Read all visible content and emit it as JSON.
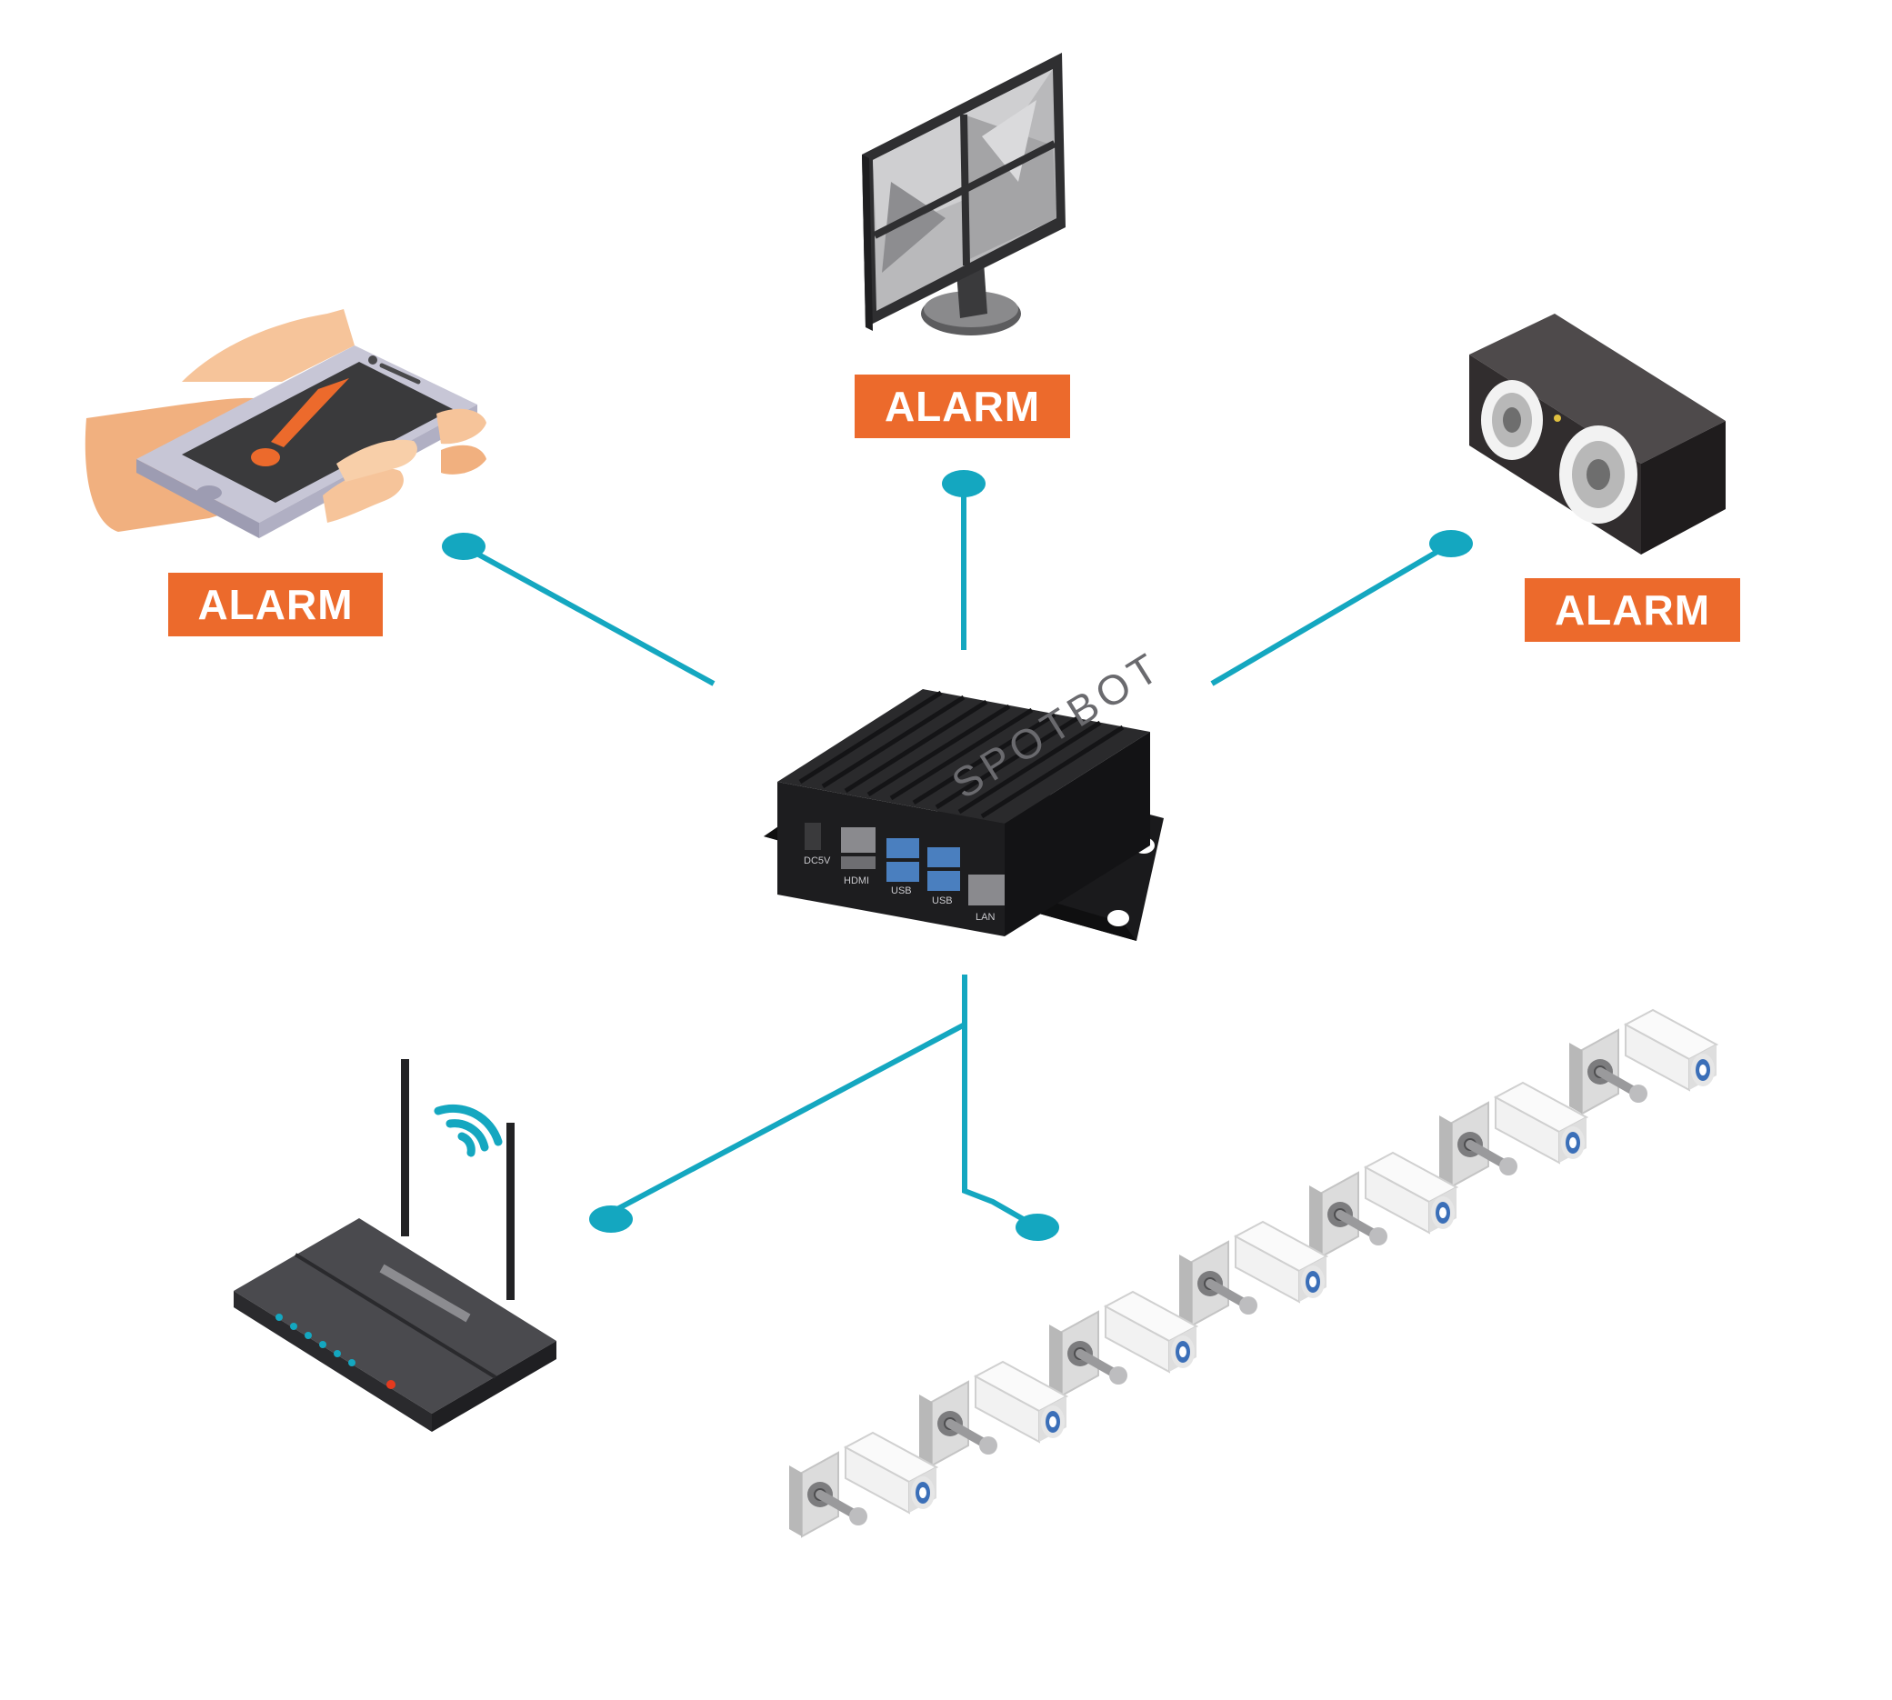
{
  "colors": {
    "connector": "#14a7c0",
    "alarm_bg": "#ec6a2c",
    "alarm_text": "#ffffff",
    "device_dark": "#2b2b2e",
    "background": "#ffffff"
  },
  "hub": {
    "brand": "SPOTBOT",
    "ports": {
      "power": "DC5V",
      "hdmi": "HDMI",
      "usb_1": "USB",
      "usb_2": "USB",
      "lan": "LAN"
    }
  },
  "alarms": {
    "phone": "ALARM",
    "monitor": "ALARM",
    "speaker": "ALARM"
  },
  "icons": {
    "phone": "smartphone-alert-icon",
    "monitor": "cctv-monitor-icon",
    "speaker": "speaker-icon",
    "router": "wifi-router-icon",
    "cameras": "security-camera-icon"
  }
}
